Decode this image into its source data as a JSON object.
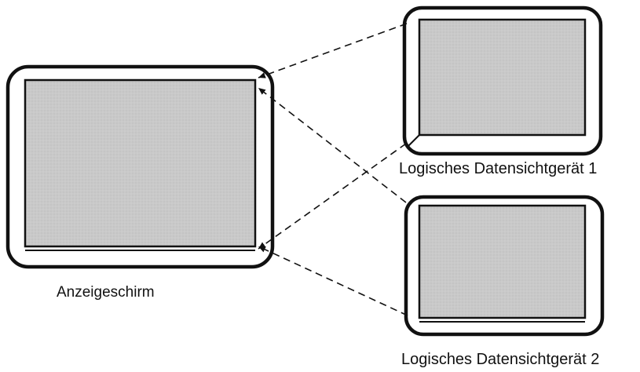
{
  "labels": {
    "main_screen": "Anzeigeschirm",
    "logical_device_1": "Logisches Datensichtgerät 1",
    "logical_device_2": "Logisches Datensichtgerät 2"
  },
  "colors": {
    "screen_fill": "#c9c9c9",
    "frame_stroke": "#111111",
    "background": "#ffffff"
  }
}
